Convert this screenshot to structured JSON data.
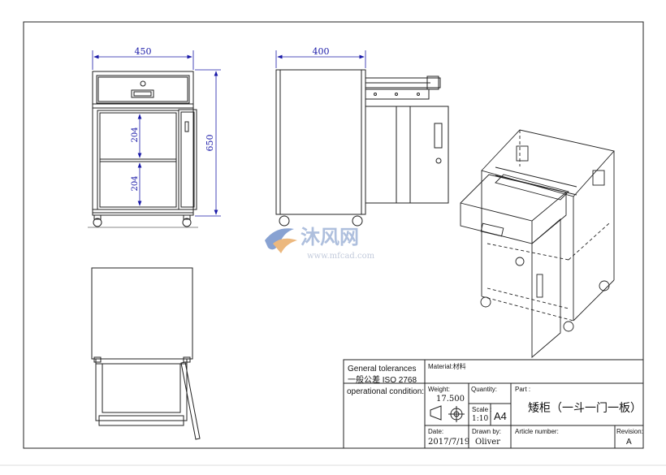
{
  "dimensions": {
    "width_front": "450",
    "width_side": "400",
    "height_total": "650",
    "shelf_upper": "204",
    "shelf_lower": "204"
  },
  "watermark": {
    "cn": "沐风网",
    "url": "www.mfcad.com"
  },
  "title_block": {
    "general_tolerances_en": "General tolerances",
    "general_tolerances_cn": "一般公差 ISO 2768",
    "operational_condition": "operational condition:",
    "material_label": "Material:材料",
    "weight_label": "Weight:",
    "weight_value": "17.500",
    "quantity_label": "Quantity:",
    "part_label": "Part :",
    "part_name": "矮柜（一斗一门一板）",
    "scale_label": "Scale :",
    "scale_value": "1:10",
    "sheet_size": "A4",
    "date_label": "Date:",
    "date_value": "2017/7/19",
    "drawn_by_label": "Drawn by:",
    "drawn_by_value": "Oliver",
    "article_number_label": "Article number:",
    "revision_label": "Revision:",
    "revision_value": "A"
  }
}
